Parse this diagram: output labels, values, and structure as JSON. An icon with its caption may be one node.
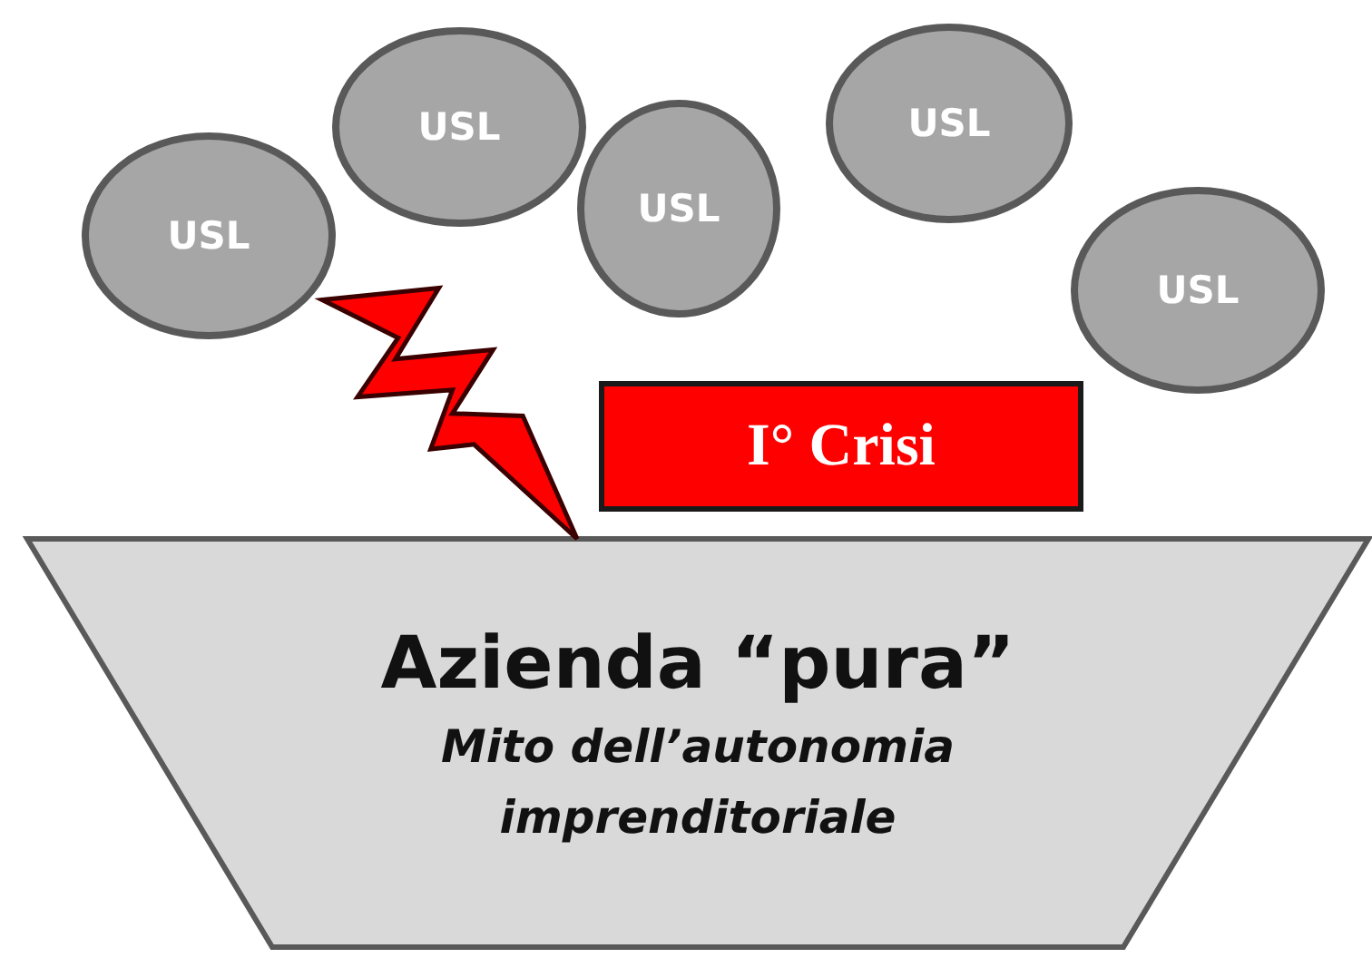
{
  "diagram": {
    "nodes": [
      {
        "text": [
          "USL"
        ]
      },
      {
        "text": [
          "USL"
        ]
      },
      {
        "text": [
          "USL"
        ]
      },
      {
        "text": [
          "USL"
        ]
      },
      {
        "text": [
          "USL"
        ]
      },
      {
        "text": [
          "I° Crisi"
        ]
      },
      {
        "text": [
          "Azienda “pura”",
          "Mito dell’autonomia imprenditoriale"
        ]
      }
    ],
    "edges": [
      {
        "from": 0,
        "to": 6,
        "arrow": "to",
        "style": "thick",
        "color": "#ff0000"
      }
    ]
  }
}
